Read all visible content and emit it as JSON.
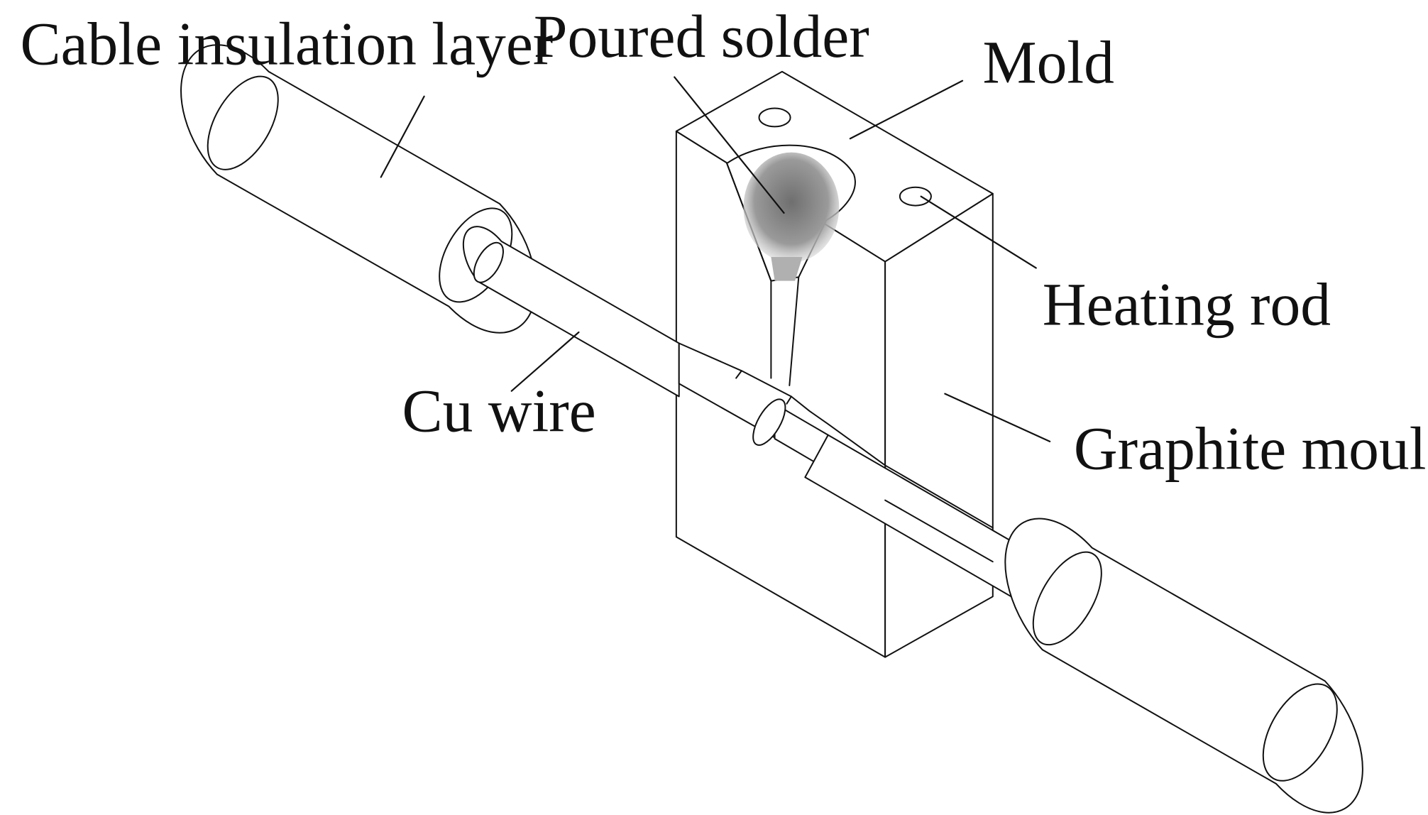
{
  "labels": {
    "cable_insulation": "Cable insulation layer",
    "poured_solder": "Poured solder",
    "mold": "Mold",
    "heating_rod": "Heating rod",
    "cu_wire": "Cu wire",
    "graphite_mould": "Graphite mould"
  },
  "colors": {
    "stroke": "#111111",
    "solder": "#8c8c8c",
    "background": "#ffffff"
  }
}
